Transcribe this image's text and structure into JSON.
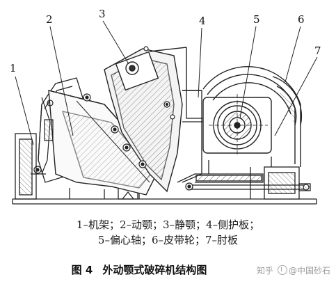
{
  "callouts": [
    "1",
    "2",
    "3",
    "4",
    "5",
    "6",
    "7"
  ],
  "legend": {
    "line1": "1–机架；2–动颚；3–静颚；4–侧护板；",
    "line2": "5–偏心轴；6–皮带轮；7–肘板"
  },
  "caption": {
    "figure_number": "图 4",
    "title": "外动颚式破碎机结构图"
  },
  "watermark": {
    "left": "知乎",
    "right": "@中国砂石"
  },
  "colors": {
    "line": "#222222",
    "hatch": "#555555",
    "text": "#111111",
    "watermark": "#9a9a9a"
  }
}
